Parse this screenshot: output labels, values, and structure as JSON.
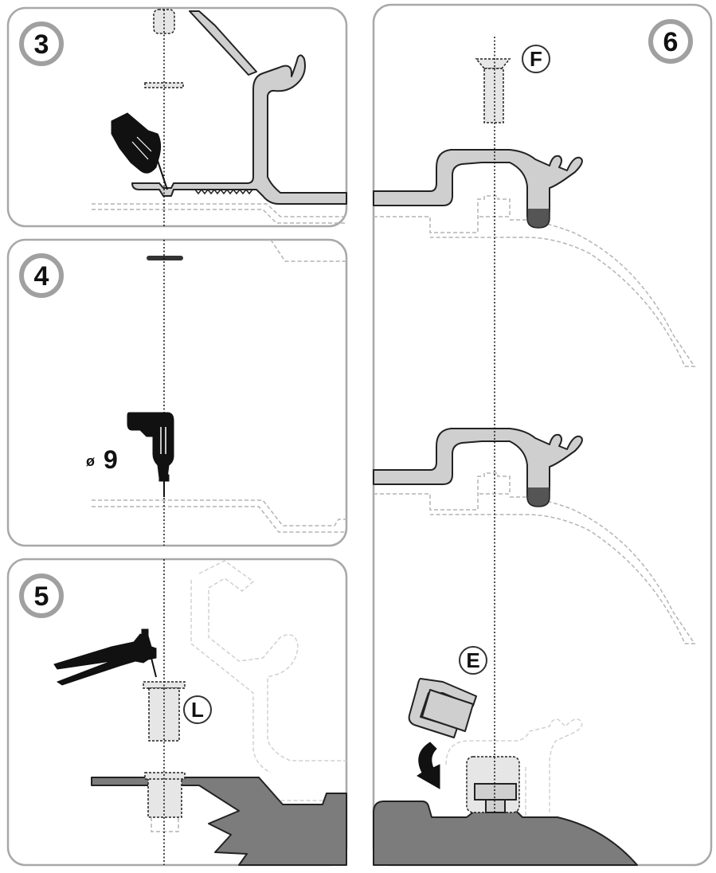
{
  "steps": {
    "s3": {
      "number": "3"
    },
    "s4": {
      "number": "4",
      "drill_prefix": "ø",
      "drill_size": "9"
    },
    "s5": {
      "number": "5",
      "part_label": "L"
    },
    "s6": {
      "number": "6",
      "part_label_top": "F",
      "part_label_bottom": "E"
    }
  },
  "colors": {
    "panel_border": "#a8a8a8",
    "profile_fill": "#cfcfcf",
    "roof_fill": "#7c7c7c",
    "ghost_line": "#b4b4b4",
    "ink": "#111111"
  },
  "icons": {
    "hand": "hand-marking-icon",
    "drill": "drill-icon",
    "riveter": "rivet-gun-icon",
    "rotate": "rotate-arrow-icon"
  }
}
